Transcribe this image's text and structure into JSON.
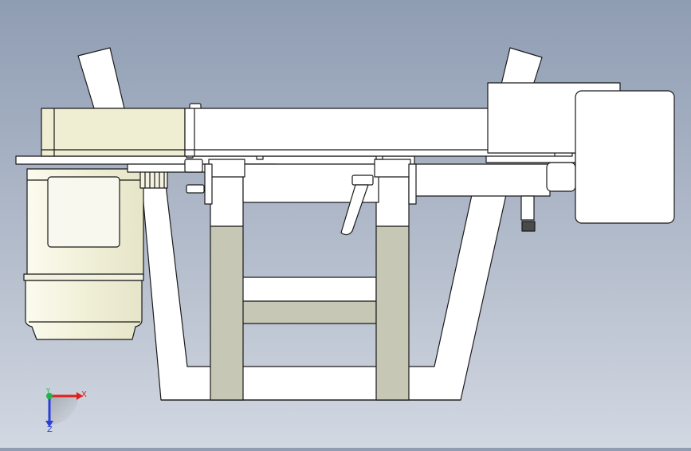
{
  "viewport": {
    "background_top": "#8f9db3",
    "background_bottom": "#d2d8e2"
  },
  "part_colors": {
    "body": "#ffffff",
    "edge": "#1a1a1a",
    "motor": "#f4f3e2",
    "belt_end": "#efeed2",
    "leg_shade": "#c7c7b6"
  },
  "triad": {
    "x_label": "X",
    "y_label": "Y",
    "z_label": "Z",
    "x_color": "#e0201c",
    "y_color": "#23b14d",
    "z_color": "#2a3fd8"
  }
}
